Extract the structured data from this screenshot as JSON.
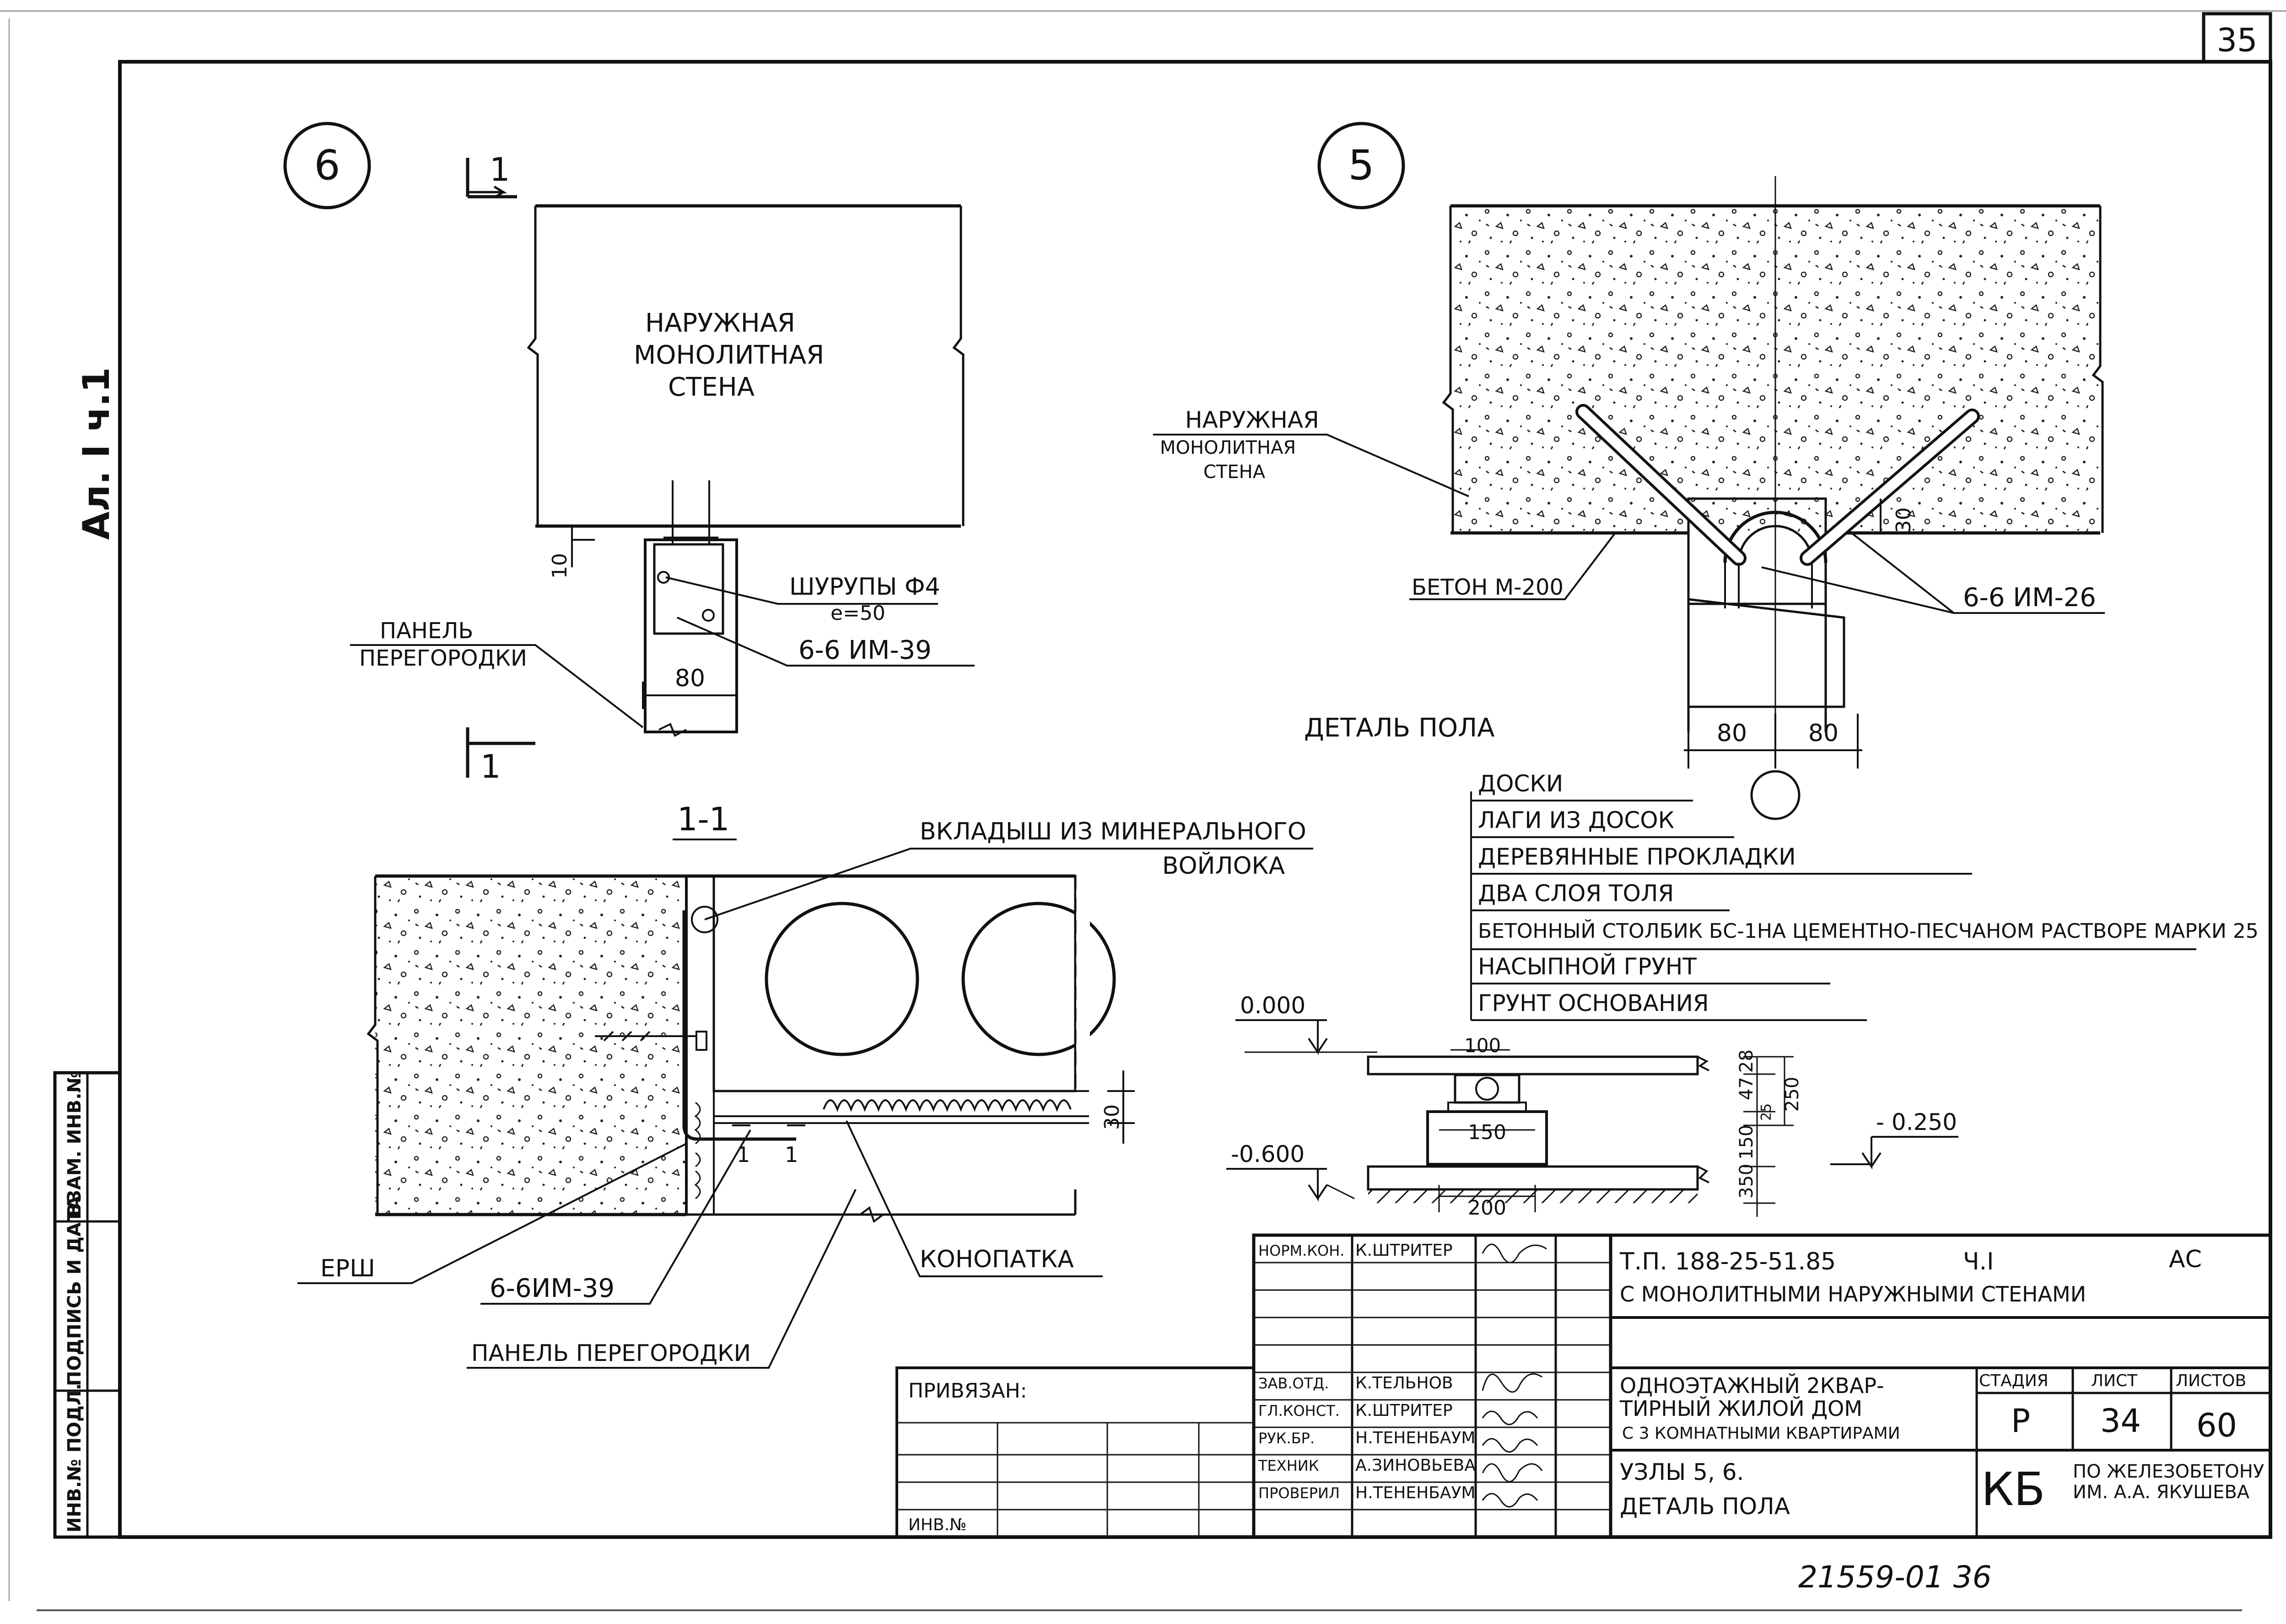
{
  "page_number": "35",
  "album_marker": "Ал. I  ч.1",
  "node6": {
    "number": "6",
    "section_mark": "1",
    "wall_label": [
      "НАРУЖНАЯ",
      "МОНОЛИТНАЯ",
      "СТЕНА"
    ],
    "screws": [
      "ШУРУПЫ Ф4",
      "e=50"
    ],
    "element": "6-6 ИМ-39",
    "panel_label": [
      "ПАНЕЛЬ",
      "ПЕРЕГОРОДКИ"
    ],
    "dim_10": "10",
    "dim_80": "80"
  },
  "node5": {
    "number": "5",
    "wall_label": [
      "НАРУЖНАЯ",
      "МОНОЛИТНАЯ",
      "СТЕНА"
    ],
    "concrete": "БЕТОН М-200",
    "element": "6-6 ИМ-26",
    "dim_30": "30",
    "dim_80a": "80",
    "dim_80b": "80"
  },
  "section11": {
    "title": "1-1",
    "insert_label": [
      "ВКЛАДЫШ ИЗ МИНЕРАЛЬНОГО",
      "ВОЙЛОКА"
    ],
    "ersh": "ЕРШ",
    "element": "6-6ИМ-39",
    "panel": "ПАНЕЛЬ ПЕРЕГОРОДКИ",
    "caulk": "КОНОПАТКА",
    "dim_30": "30",
    "mark_a": "1",
    "mark_b": "1"
  },
  "floor_detail": {
    "title": "ДЕТАЛЬ ПОЛА",
    "layers": [
      "ДОСКИ",
      "ЛАГИ ИЗ ДОСОК",
      "ДЕРЕВЯННЫЕ ПРОКЛАДКИ",
      "ДВА СЛОЯ ТОЛЯ",
      "БЕТОННЫЙ СТОЛБИК БС-1НА ЦЕМЕНТНО-ПЕСЧАНОМ РАСТВОРЕ МАРКИ 25",
      "НАСЫПНОЙ ГРУНТ",
      "ГРУНТ ОСНОВАНИЯ"
    ],
    "level_0": "0.000",
    "level_600": "-0.600",
    "level_250": "- 0.250",
    "dims": {
      "d100": "100",
      "d150": "150",
      "d200": "200",
      "d28": "28",
      "d47": "47",
      "d25": "25",
      "d250": "250",
      "d150v": "150",
      "d350": "350"
    }
  },
  "titleblock": {
    "code": "Т.П.    188-25-51.85",
    "part": "Ч.I",
    "ac": "АС",
    "subtitle": "С МОНОЛИТНЫМИ   НАРУЖНЫМИ  СТЕНАМИ",
    "object": [
      "ОДНОЭТАЖНЫЙ     2КВАР-",
      "ТИРНЫЙ  ЖИЛОЙ  ДОМ",
      "С 3 КОМНАТНЫМИ КВАРТИРАМИ"
    ],
    "sheet_title": [
      "УЗЛЫ 5, 6.",
      "ДЕТАЛЬ ПОЛА"
    ],
    "stage_h": "СТАДИЯ",
    "sheet_h": "ЛИСТ",
    "sheets_h": "ЛИСТОВ",
    "stage": "Р",
    "sheet": "34",
    "sheets": "60",
    "org_logo": "КБ",
    "org": [
      "ПО ЖЕЛЕЗОБЕТОНУ",
      "ИМ. А.А. ЯКУШЕВА"
    ],
    "privyazan": "ПРИВЯЗАН:",
    "inv": "ИНВ.№",
    "staff": [
      {
        "role": "НОРМ.КОН.",
        "name": "К.ШТРИТЕР"
      },
      {
        "role": "ЗАВ.ОТД.",
        "name": "К.ТЕЛЬНОВ"
      },
      {
        "role": "ГЛ.КОНСТ.",
        "name": "К.ШТРИТЕР"
      },
      {
        "role": "РУК.БР.",
        "name": "Н.ТЕНЕНБАУМ"
      },
      {
        "role": "ТЕХНИК",
        "name": "А.ЗИНОВЬЕВА"
      },
      {
        "role": "ПРОВЕРИЛ",
        "name": "Н.ТЕНЕНБАУМ"
      }
    ]
  },
  "side_columns": [
    "ИНВ.№ ПОДЛ.",
    "ПОДПИСЬ И ДАТА",
    "ВЗАМ. ИНВ.№"
  ],
  "bottom_code": "21559-01   36"
}
